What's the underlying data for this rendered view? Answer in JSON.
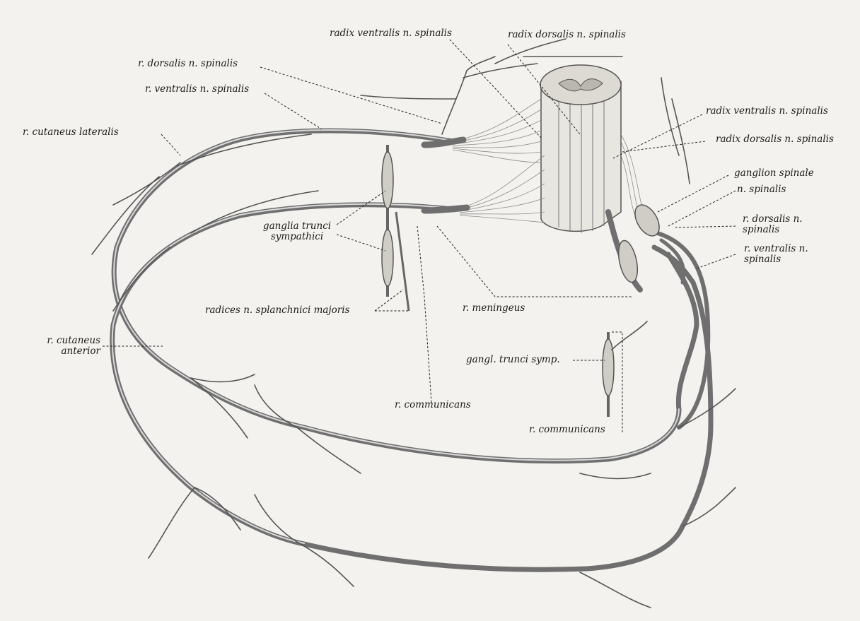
{
  "labels": {
    "radix_ventralis_top": "radix ventralis n. spinalis",
    "radix_dorsalis_top": "radix dorsalis n. spinalis",
    "r_dorsalis_left": "r. dorsalis n. spinalis",
    "r_ventralis_left": "r. ventralis n. spinalis",
    "r_cutaneus_lateralis": "r. cutaneus lateralis",
    "radix_ventralis_right": "radix ventralis n. spinalis",
    "radix_dorsalis_right": "radix dorsalis n. spinalis",
    "ganglion_spinale": "ganglion spinale",
    "n_spinalis": "n. spinalis",
    "r_dorsalis_right_1": "r. dorsalis n.",
    "r_dorsalis_right_2": "spinalis",
    "r_ventralis_right_1": "r. ventralis n.",
    "r_ventralis_right_2": "spinalis",
    "ganglia_trunci_1": "ganglia trunci",
    "ganglia_trunci_2": "sympathici",
    "radices_splanchnici": "radices n. splanchnici majoris",
    "r_meningeus": "r. meningeus",
    "r_cutaneus_anterior_1": "r. cutaneus",
    "r_cutaneus_anterior_2": "anterior",
    "gangl_trunci_symp": "gangl. trunci symp.",
    "r_communicans_center": "r. communicans",
    "r_communicans_right": "r. communicans"
  },
  "colors": {
    "background": "#f3f2ee",
    "nerve": "#6f6f6f",
    "text": "#1a1a1a"
  }
}
